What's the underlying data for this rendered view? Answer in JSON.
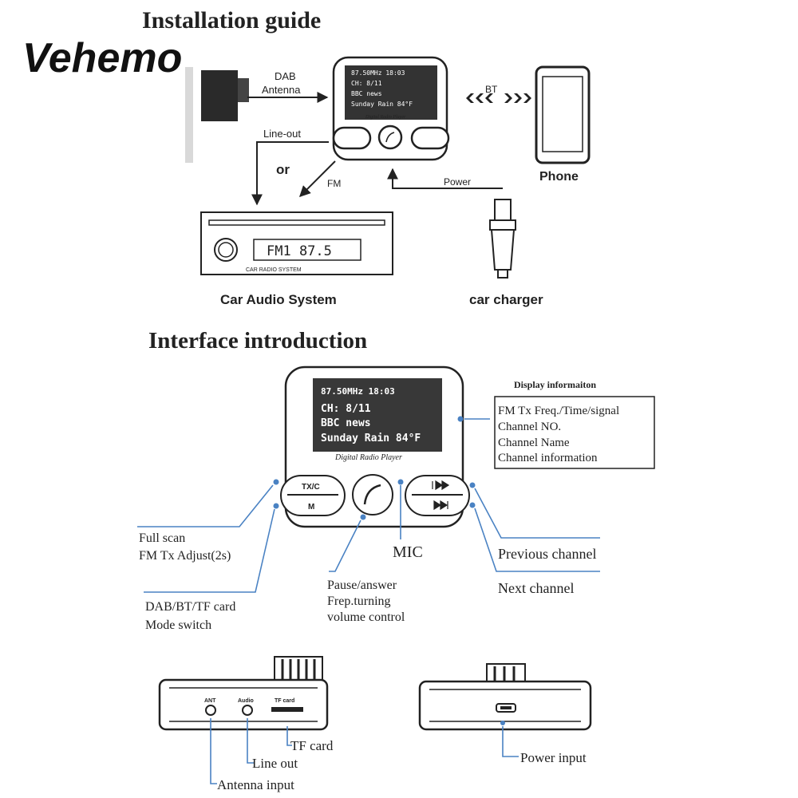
{
  "brand": "Vehemo",
  "installation": {
    "title": "Installation guide",
    "dab_antenna": [
      "DAB",
      "Antenna"
    ],
    "line_out": "Line-out",
    "or": "or",
    "fm": "FM",
    "bt": "BT",
    "power": "Power",
    "phone": "Phone",
    "car_audio": "Car Audio System",
    "car_charger": "car charger",
    "radio_display": "FM1  87.5",
    "radio_caption": "CAR RADIO SYSTEM"
  },
  "screen": {
    "status": "87.50MHz  18:03",
    "channel": "CH: 8/11",
    "name": "BBC news",
    "info": "Sunday Rain 84°F",
    "caption": "Digital Radio Player"
  },
  "buttons": {
    "txc": "TX/C",
    "m": "M"
  },
  "interface": {
    "title": "Interface introduction",
    "display_info_title": "Display informaiton",
    "display_info": [
      "FM Tx Freq./Time/signal",
      "Channel NO.",
      "Channel Name",
      "Channel information"
    ],
    "full_scan": [
      "Full scan",
      "FM Tx Adjust(2s)"
    ],
    "mode_switch": [
      "DAB/BT/TF card",
      "Mode switch"
    ],
    "pause": [
      "Pause/answer",
      "Frep.turning",
      "volume control"
    ],
    "mic": "MIC",
    "previous": "Previous channel",
    "next": "Next channel"
  },
  "ports": {
    "ant": "ANT",
    "audio": "Audio",
    "tf": "TF card",
    "tf_card": "TF card",
    "line_out": "Line out",
    "antenna_input": "Antenna input",
    "power_input": "Power input"
  }
}
